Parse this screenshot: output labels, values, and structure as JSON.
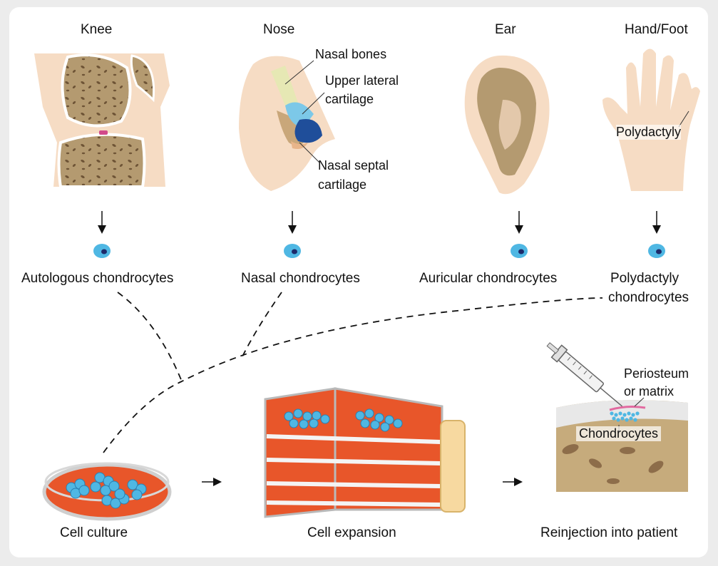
{
  "sources": [
    {
      "title": "Knee",
      "cells": "Autologous chondrocytes"
    },
    {
      "title": "Nose",
      "cells": "Nasal chondrocytes"
    },
    {
      "title": "Ear",
      "cells": "Auricular chondrocytes"
    },
    {
      "title": "Hand/Foot",
      "cells_line1": "Polydactyly",
      "cells_line2": "chondrocytes"
    }
  ],
  "nose_annotations": {
    "nasal_bones": "Nasal bones",
    "upper_lateral_1": "Upper lateral",
    "upper_lateral_2": "cartilage",
    "septal_1": "Nasal septal",
    "septal_2": "cartilage"
  },
  "hand_annotation": "Polydactyly",
  "steps": [
    {
      "label": "Cell culture"
    },
    {
      "label": "Cell expansion"
    },
    {
      "label": "Reinjection into patient"
    }
  ],
  "reinjection_annotations": {
    "periosteum_1": "Periosteum",
    "periosteum_2": "or matrix",
    "chondrocytes": "Chondrocytes"
  },
  "colors": {
    "bone": "#b49a70",
    "tissue": "#f6dcc4",
    "cartilage_light": "#7cc8e8",
    "cartilage_dark": "#1f4e9a",
    "culture": "#e8562a",
    "cell": "#4fb7e3"
  }
}
